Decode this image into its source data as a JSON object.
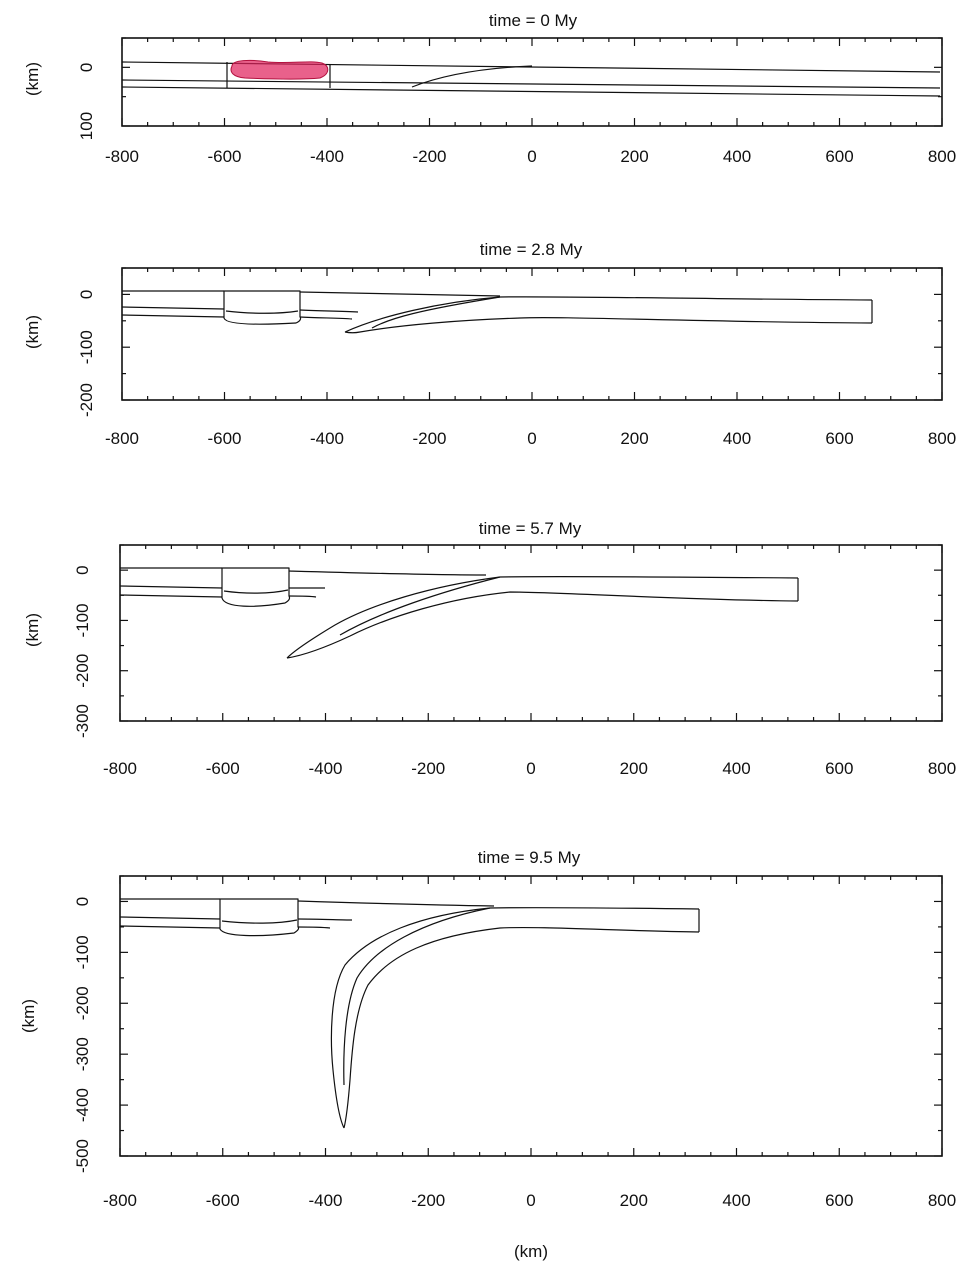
{
  "panels": [
    {
      "title": "time = 0 My",
      "ylabel": "(km)",
      "xlim": [
        -800,
        800
      ],
      "ylim": [
        -100,
        50
      ],
      "xticks": [
        "-800",
        "-600",
        "-400",
        "-200",
        "0",
        "200",
        "400",
        "600",
        "800"
      ],
      "yticks": [
        {
          "value": 0,
          "label": "0"
        },
        {
          "value": -100,
          "label": "100"
        }
      ]
    },
    {
      "title": "time = 2.8 My",
      "ylabel": "(km)",
      "xlim": [
        -800,
        800
      ],
      "ylim": [
        -200,
        50
      ],
      "xticks": [
        "-800",
        "-600",
        "-400",
        "-200",
        "0",
        "200",
        "400",
        "600",
        "800"
      ],
      "yticks": [
        {
          "value": 0,
          "label": "0"
        },
        {
          "value": -100,
          "label": "-100"
        },
        {
          "value": -200,
          "label": "-200"
        }
      ]
    },
    {
      "title": "time = 5.7 My",
      "ylabel": "(km)",
      "xlim": [
        -800,
        800
      ],
      "ylim": [
        -300,
        50
      ],
      "xticks": [
        "-800",
        "-600",
        "-400",
        "-200",
        "0",
        "200",
        "400",
        "600",
        "800"
      ],
      "yticks": [
        {
          "value": 0,
          "label": "0"
        },
        {
          "value": -100,
          "label": "-100"
        },
        {
          "value": -200,
          "label": "-200"
        },
        {
          "value": -300,
          "label": "-300"
        }
      ]
    },
    {
      "title": "time = 9.5 My",
      "ylabel": "(km)",
      "xlabel": "(km)",
      "xlim": [
        -800,
        800
      ],
      "ylim": [
        -500,
        50
      ],
      "xticks": [
        "-800",
        "-600",
        "-400",
        "-200",
        "0",
        "200",
        "400",
        "600",
        "800"
      ],
      "yticks": [
        {
          "value": 0,
          "label": "0"
        },
        {
          "value": -100,
          "label": "-100"
        },
        {
          "value": -200,
          "label": "-200"
        },
        {
          "value": -300,
          "label": "-300"
        },
        {
          "value": -400,
          "label": "-400"
        },
        {
          "value": -500,
          "label": "-500"
        }
      ]
    }
  ],
  "colors": {
    "highlight": "#e0245e",
    "line": "#111111"
  }
}
